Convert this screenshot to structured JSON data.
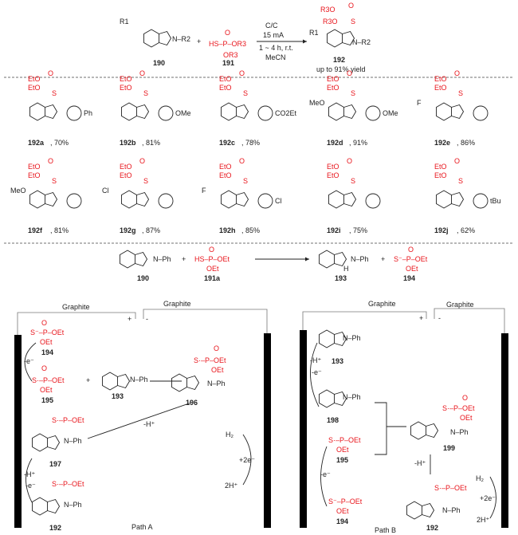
{
  "top": {
    "sm_label": "190",
    "r1": "R1",
    "r2": "N–R2",
    "reagent_label": "191",
    "reagent_o": "O",
    "reagent_hs": "HS–P–OR3",
    "reagent_or": "OR3",
    "plus": "+",
    "conditions": [
      "C/C",
      "15 mA",
      "1 ~ 4 h, r.t.",
      "MeCN"
    ],
    "product_label": "192",
    "product_p1": "R3O",
    "product_p2": "R3O",
    "product_s": "S",
    "product_o": "O",
    "yield_note": "up to 91% yield"
  },
  "products": [
    {
      "id": "192a",
      "yield": ", 70%",
      "sub": "Ph"
    },
    {
      "id": "192b",
      "yield": ", 81%",
      "sub": "OMe"
    },
    {
      "id": "192c",
      "yield": ", 78%",
      "sub": "CO2Et"
    },
    {
      "id": "192d",
      "yield": ", 91%",
      "sub": "OMe",
      "r1": "MeO"
    },
    {
      "id": "192e",
      "yield": ", 86%",
      "sub": "",
      "r1": "F"
    },
    {
      "id": "192f",
      "yield": ", 81%",
      "sub": "",
      "r1": "MeO"
    },
    {
      "id": "192g",
      "yield": ", 87%",
      "sub": "",
      "r1": "Cl"
    },
    {
      "id": "192h",
      "yield": ", 85%",
      "sub": "Cl",
      "r1": "F"
    },
    {
      "id": "192i",
      "yield": ", 75%",
      "sub": "",
      "r1": ""
    },
    {
      "id": "192j",
      "yield": ", 62%",
      "sub": "tBu"
    }
  ],
  "phos": {
    "eto": "EtO",
    "o": "O",
    "s": "S",
    "p": "P"
  },
  "equation": {
    "a": "190",
    "a_ph": "N–Ph",
    "b": "191a",
    "b_text": "HS–P–OEt",
    "b_o": "O",
    "b_oet": "OEt",
    "c": "193",
    "c_ph": "N–Ph",
    "c_h": "H",
    "d": "194",
    "d_text": "S⁻–P–OEt",
    "d_o": "O",
    "d_oet": "OEt",
    "plus": "+"
  },
  "path_a": {
    "title": "Path A",
    "graphite_anode": "Graphite",
    "graphite_cathode": "Graphite",
    "plus_sign": "+",
    "minus_sign": "-",
    "s194": "194",
    "s195": "195",
    "s193": "193",
    "s196": "196",
    "s197": "197",
    "s192": "192",
    "minus_e": "-e⁻",
    "minus_h": "-H⁺",
    "minus_h2": "-H⁺",
    "minus_e2": "-e⁻",
    "h2": "H₂",
    "plus2e": "+2e⁻",
    "two_h": "2H⁺",
    "anion": "S⁻–P–OEt",
    "radical": "S·–P–OEt",
    "oet": "OEt",
    "o": "O",
    "nph": "N–Ph"
  },
  "path_b": {
    "title": "Path B",
    "graphite_anode": "Graphite",
    "graphite_cathode": "Graphite",
    "plus_sign": "+",
    "minus_sign": "-",
    "s193": "193",
    "s198": "198",
    "s199": "199",
    "s195": "195",
    "s194": "194",
    "s192": "192",
    "minus_h": "-H⁺",
    "minus_e": "-e⁻",
    "minus_e2": "-e⁻",
    "minus_h2": "-H⁺",
    "h2": "H₂",
    "plus2e": "+2e⁻",
    "two_h": "2H⁺",
    "anion": "S⁻–P–OEt",
    "radical": "S·–P–OEt",
    "oet": "OEt",
    "o": "O",
    "nph": "N–Ph"
  }
}
